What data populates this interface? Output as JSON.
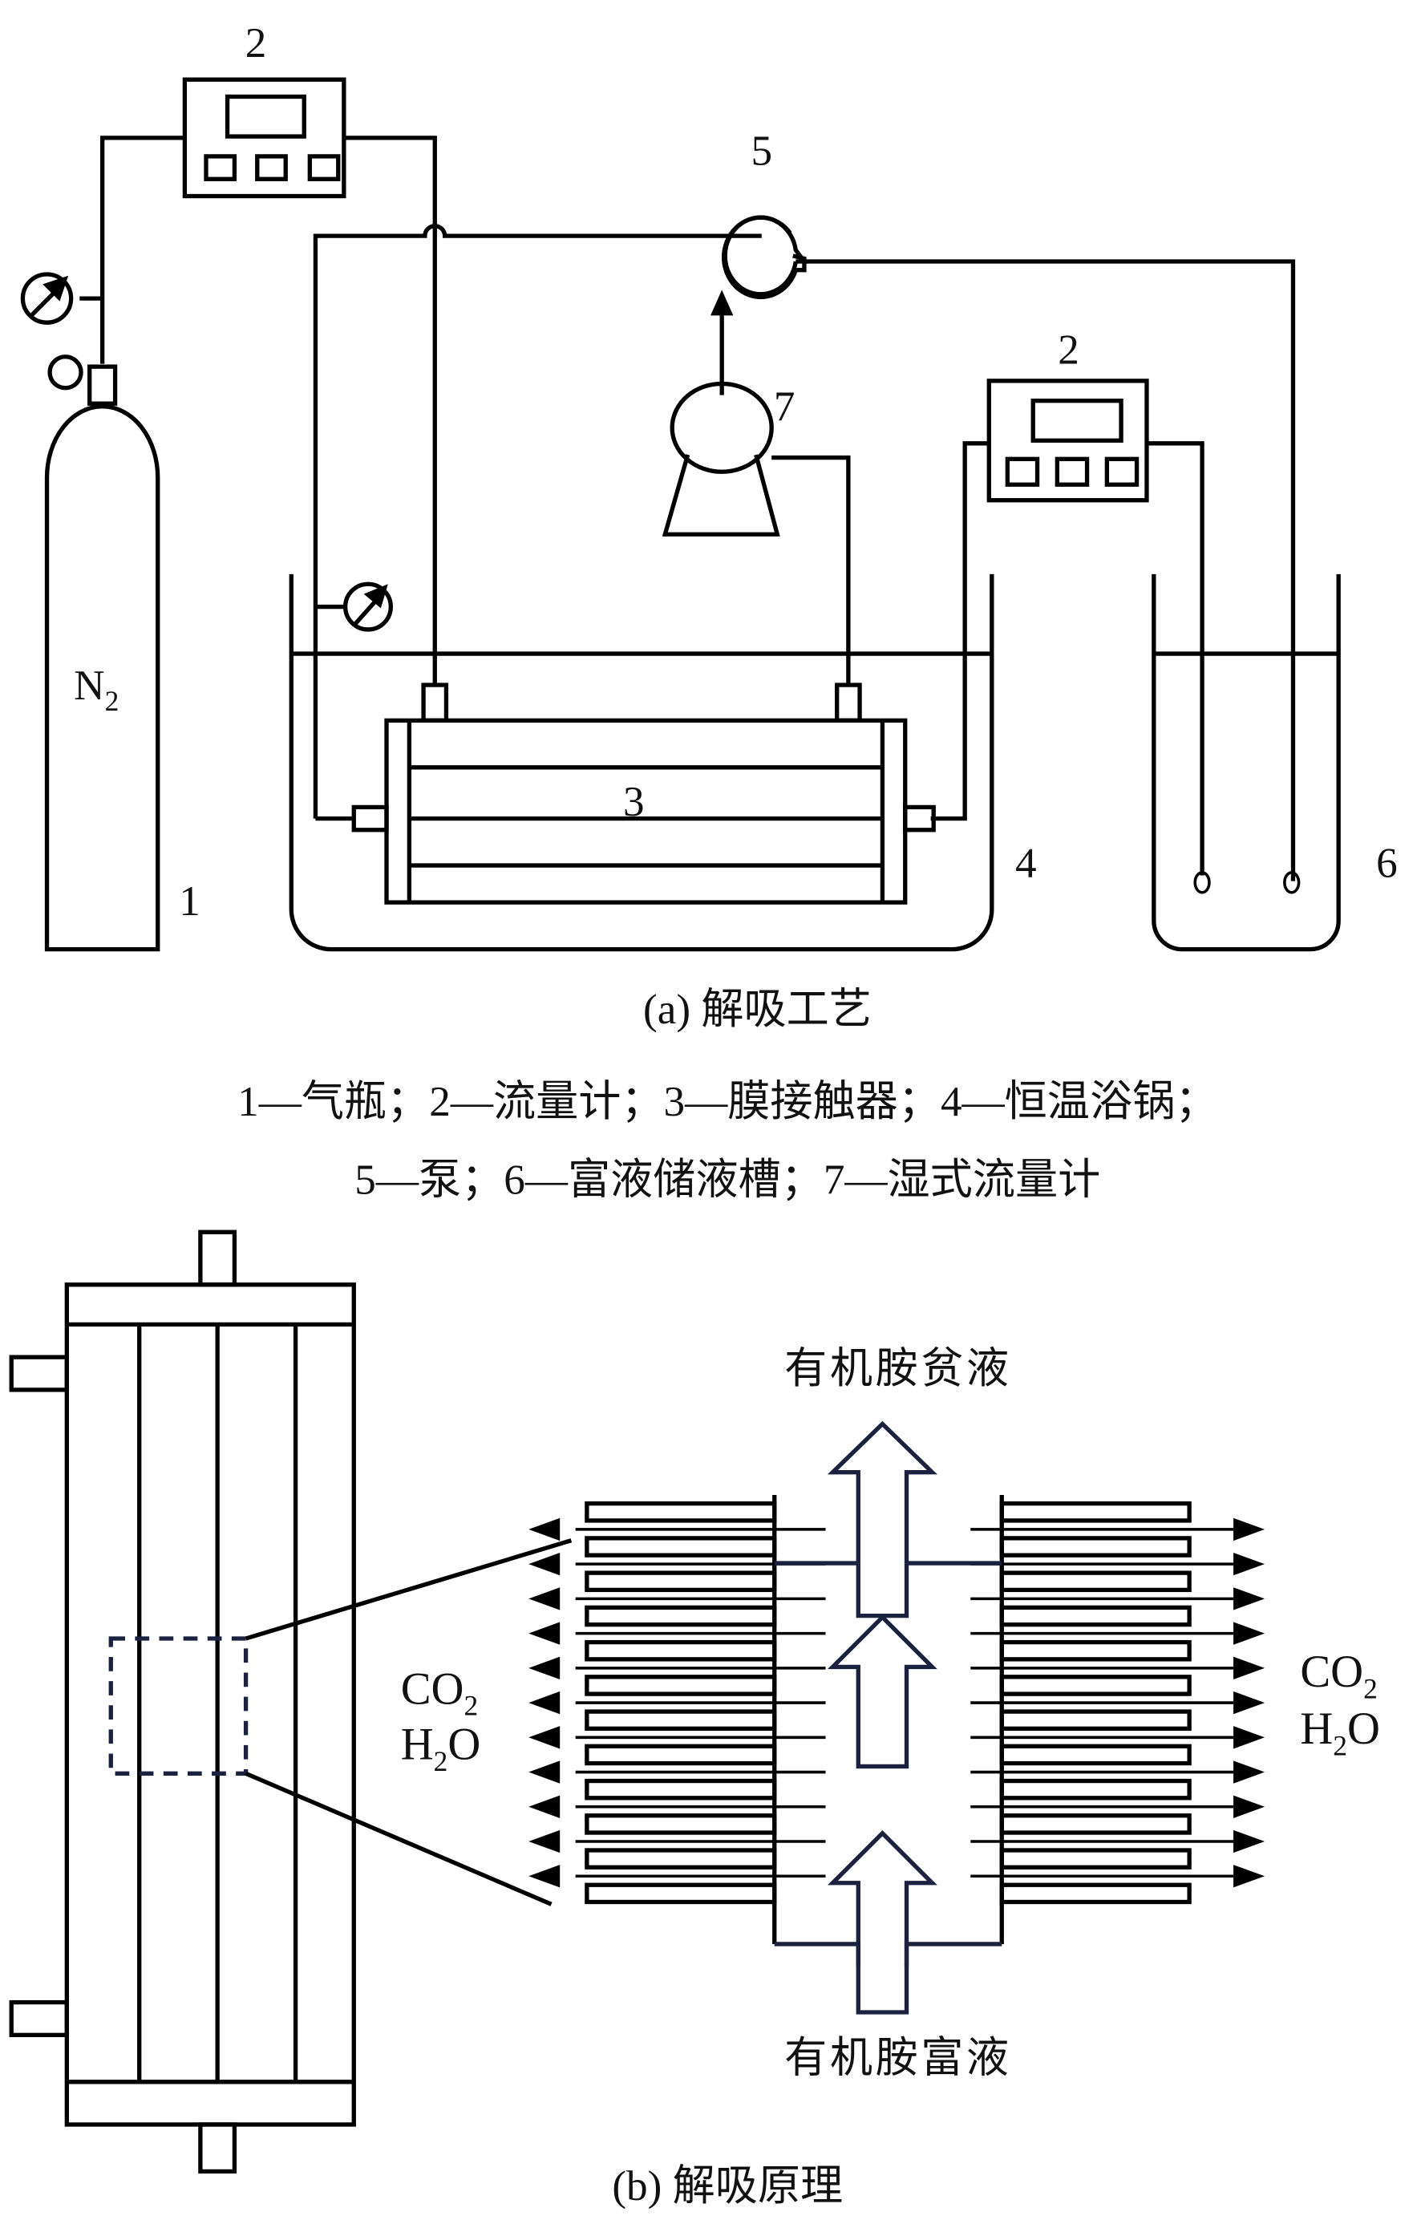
{
  "part_a": {
    "labels": {
      "flowmeter_1": "2",
      "flowmeter_2": "2",
      "pump": "5",
      "wet_flowmeter": "7",
      "contactor": "3",
      "bath": "4",
      "tank": "6",
      "cylinder": "1",
      "gas_main": "N",
      "gas_sub": "2"
    },
    "caption": "(a) 解吸工艺",
    "legend_line1": "1—气瓶；2—流量计；3—膜接触器；4—恒温浴锅；",
    "legend_line2": "5—泵；6—富液储液槽；7—湿式流量计"
  },
  "part_b": {
    "lean_label": "有机胺贫液",
    "rich_label": "有机胺富液",
    "left_gas": {
      "co": "CO",
      "co_sub": "2",
      "h": "H",
      "h_sub": "2",
      "o": "O"
    },
    "right_gas": {
      "co": "CO",
      "co_sub": "2",
      "h": "H",
      "h_sub": "2",
      "o": "O"
    },
    "caption": "(b) 解吸原理"
  },
  "colors": {
    "line": "#000000",
    "accent_navy": "#1a2240"
  }
}
